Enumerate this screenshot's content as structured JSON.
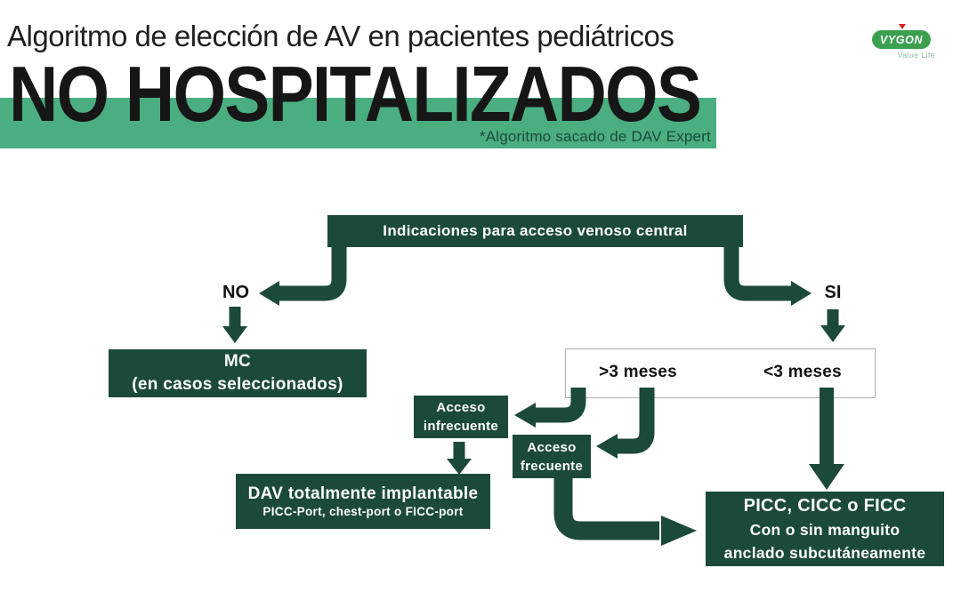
{
  "header": {
    "title": "Algoritmo de elección de AV en pacientes pediátricos",
    "banner": "NO HOSPITALIZADOS",
    "note": "*Algoritmo sacado de DAV Expert"
  },
  "logo": {
    "brand": "VYGON",
    "tagline": "Value Life"
  },
  "colors": {
    "dark_green": "#1c4a3a",
    "band_green": "#4bae81",
    "logo_green": "#3ba14f",
    "logo_red": "#ce2127",
    "tagline_green": "#8fbfa0"
  },
  "flowchart": {
    "root": "Indicaciones para acceso venoso central",
    "no_label": "NO",
    "si_label": "SI",
    "mc_line1": "MC",
    "mc_line2": "(en casos seleccionados)",
    "older_label": ">3 meses",
    "younger_label": "<3 meses",
    "infrequent_line1": "Acceso",
    "infrequent_line2": "infrecuente",
    "frequent_line1": "Acceso",
    "frequent_line2": "frecuente",
    "dav_line1": "DAV totalmente implantable",
    "dav_line2": "PICC-Port, chest-port o FICC-port",
    "picc_line1": "PICC, CICC o FICC",
    "picc_line2": "Con o sin manguito",
    "picc_line3": "anclado subcutáneamente"
  }
}
